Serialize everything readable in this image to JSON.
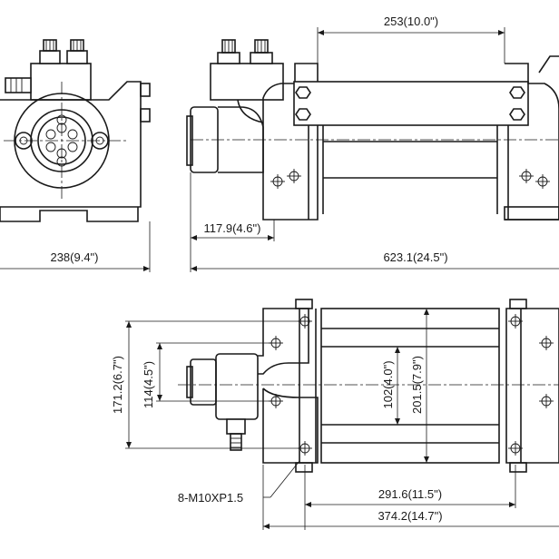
{
  "dimensions": {
    "front_width": "238(9.4\")",
    "side_drum_length": "253(10.0\")",
    "side_motor_offset": "117.9(4.6\")",
    "side_overall_length": "623.1(24.5\")",
    "plan_height_overall": "171.2(6.7\")",
    "plan_height_motor": "114(4.5\")",
    "plan_drum_diameter": "102(4.0\")",
    "plan_flange_diameter": "201.5(7.9\")",
    "plan_bolt_spacing": "291.6(11.5\")",
    "plan_overall_width": "374.2(14.7\")",
    "bolt_spec": "8-M10XP1.5"
  }
}
